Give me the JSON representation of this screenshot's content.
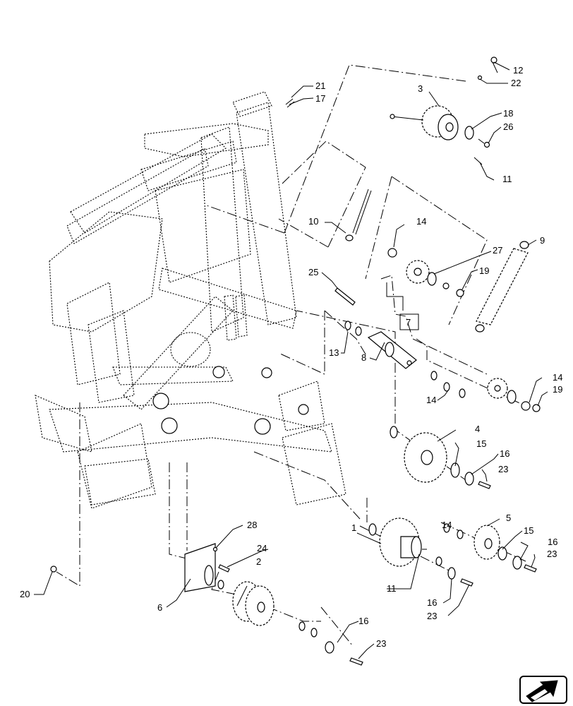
{
  "callouts": [
    {
      "text": "1"
    },
    {
      "text": "2"
    },
    {
      "text": "3"
    },
    {
      "text": "4"
    },
    {
      "text": "5"
    },
    {
      "text": "6"
    },
    {
      "text": "7"
    },
    {
      "text": "8"
    },
    {
      "text": "9"
    },
    {
      "text": "10"
    },
    {
      "text": "11"
    },
    {
      "text": "11"
    },
    {
      "text": "12"
    },
    {
      "text": "13"
    },
    {
      "text": "14"
    },
    {
      "text": "14"
    },
    {
      "text": "14"
    },
    {
      "text": "14"
    },
    {
      "text": "15"
    },
    {
      "text": "15"
    },
    {
      "text": "16"
    },
    {
      "text": "16"
    },
    {
      "text": "16"
    },
    {
      "text": "16"
    },
    {
      "text": "17"
    },
    {
      "text": "18"
    },
    {
      "text": "19"
    },
    {
      "text": "19"
    },
    {
      "text": "20"
    },
    {
      "text": "21"
    },
    {
      "text": "22"
    },
    {
      "text": "23"
    },
    {
      "text": "23"
    },
    {
      "text": "23"
    },
    {
      "text": "23"
    },
    {
      "text": "24"
    },
    {
      "text": "25"
    },
    {
      "text": "26"
    },
    {
      "text": "27"
    },
    {
      "text": "28"
    }
  ],
  "nav_icon": "arrow-icon"
}
